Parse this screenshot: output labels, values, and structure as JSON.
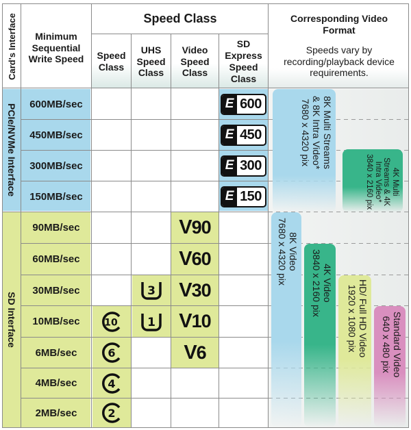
{
  "header": {
    "cards_interface": "Card's Interface",
    "min_write_speed": "Minimum Sequential Write Speed",
    "speed_class_group": "Speed Class",
    "col_speed_class": "Speed Class",
    "col_uhs": "UHS Speed Class",
    "col_video": "Video Speed Class",
    "col_sd_express": "SD Express Speed Class",
    "video_format_title": "Corresponding Video Format",
    "video_format_note": "Speeds vary by recording/playback device requirements."
  },
  "interfaces": {
    "pcie": "PCIe/NVMe Interface",
    "sd": "SD Interface"
  },
  "rows": [
    {
      "speed": "600MB/sec",
      "sd_express": "600"
    },
    {
      "speed": "450MB/sec",
      "sd_express": "450"
    },
    {
      "speed": "300MB/sec",
      "sd_express": "300"
    },
    {
      "speed": "150MB/sec",
      "sd_express": "150"
    },
    {
      "speed": "90MB/sec",
      "video": "90"
    },
    {
      "speed": "60MB/sec",
      "video": "60"
    },
    {
      "speed": "30MB/sec",
      "uhs": "3",
      "video": "30"
    },
    {
      "speed": "10MB/sec",
      "speed_class": "10",
      "uhs": "1",
      "video": "10"
    },
    {
      "speed": "6MB/sec",
      "speed_class": "6",
      "video": "6"
    },
    {
      "speed": "4MB/sec",
      "speed_class": "4"
    },
    {
      "speed": "2MB/sec",
      "speed_class": "2"
    }
  ],
  "badges": {
    "sd_express_prefix": "E",
    "video_prefix": "V"
  },
  "video_formats": [
    {
      "line1": "8K Multi Streams",
      "line2": "& 8K Intra Video*",
      "line3": "7680 x 4320 pix"
    },
    {
      "line1": "4K Multi",
      "line2": "Streams & 4K",
      "line3": "Intra Video*",
      "line4": "3840 x 2160 pix"
    },
    {
      "line1": "8K Video",
      "line2": "7680 x 4320 pix"
    },
    {
      "line1": "4K Video",
      "line2": "3840 x 2160 pix"
    },
    {
      "line1": "HD/ Full HD Video",
      "line2": "1920 x 1080 pix"
    },
    {
      "line1": "Standard Video",
      "line2": "640 x 480 pix"
    }
  ],
  "colors": {
    "pcie_bg": "#a9d8ec",
    "sd_bg": "#dfe99a",
    "bar_8k": "#a9d8ec",
    "bar_4k": "#38b58a",
    "bar_hd": "#dfe99a",
    "bar_sd": "#d98fbf"
  }
}
